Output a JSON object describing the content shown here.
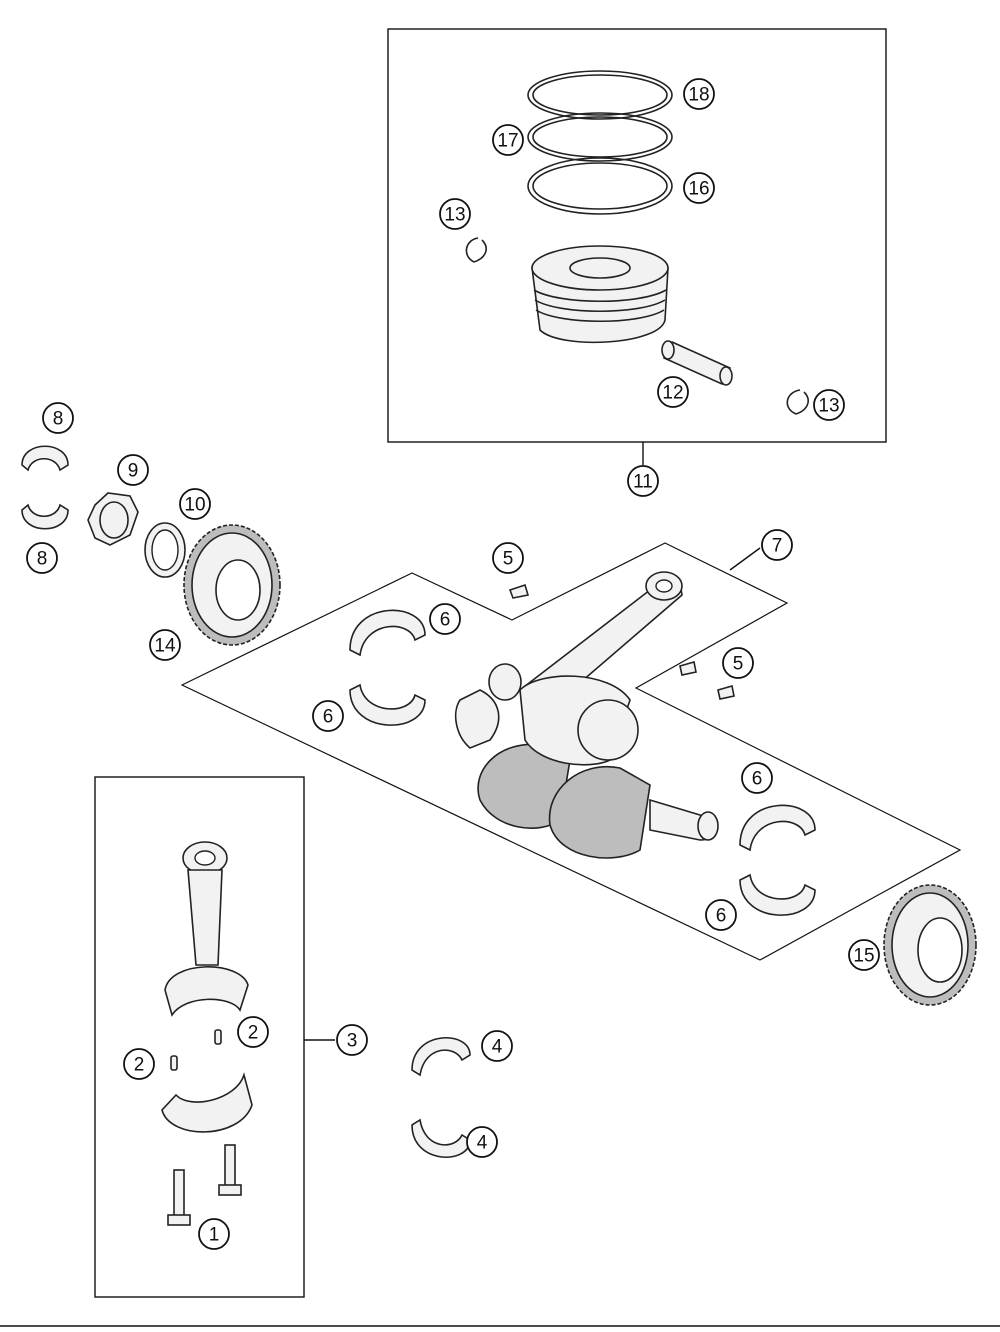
{
  "diagram": {
    "callouts": [
      {
        "id": "c18a",
        "label": "18"
      },
      {
        "id": "c17",
        "label": "17"
      },
      {
        "id": "c16",
        "label": "16"
      },
      {
        "id": "c13a",
        "label": "13"
      },
      {
        "id": "c12",
        "label": "12"
      },
      {
        "id": "c13b",
        "label": "13"
      },
      {
        "id": "c11",
        "label": "11"
      },
      {
        "id": "c8a",
        "label": "8"
      },
      {
        "id": "c8b",
        "label": "8"
      },
      {
        "id": "c9",
        "label": "9"
      },
      {
        "id": "c10",
        "label": "10"
      },
      {
        "id": "c14",
        "label": "14"
      },
      {
        "id": "c5a",
        "label": "5"
      },
      {
        "id": "c7",
        "label": "7"
      },
      {
        "id": "c6a",
        "label": "6"
      },
      {
        "id": "c6b",
        "label": "6"
      },
      {
        "id": "c5b",
        "label": "5"
      },
      {
        "id": "c6c",
        "label": "6"
      },
      {
        "id": "c6d",
        "label": "6"
      },
      {
        "id": "c15",
        "label": "15"
      },
      {
        "id": "c2a",
        "label": "2"
      },
      {
        "id": "c2b",
        "label": "2"
      },
      {
        "id": "c3",
        "label": "3"
      },
      {
        "id": "c4a",
        "label": "4"
      },
      {
        "id": "c4b",
        "label": "4"
      },
      {
        "id": "c1",
        "label": "1"
      }
    ]
  }
}
